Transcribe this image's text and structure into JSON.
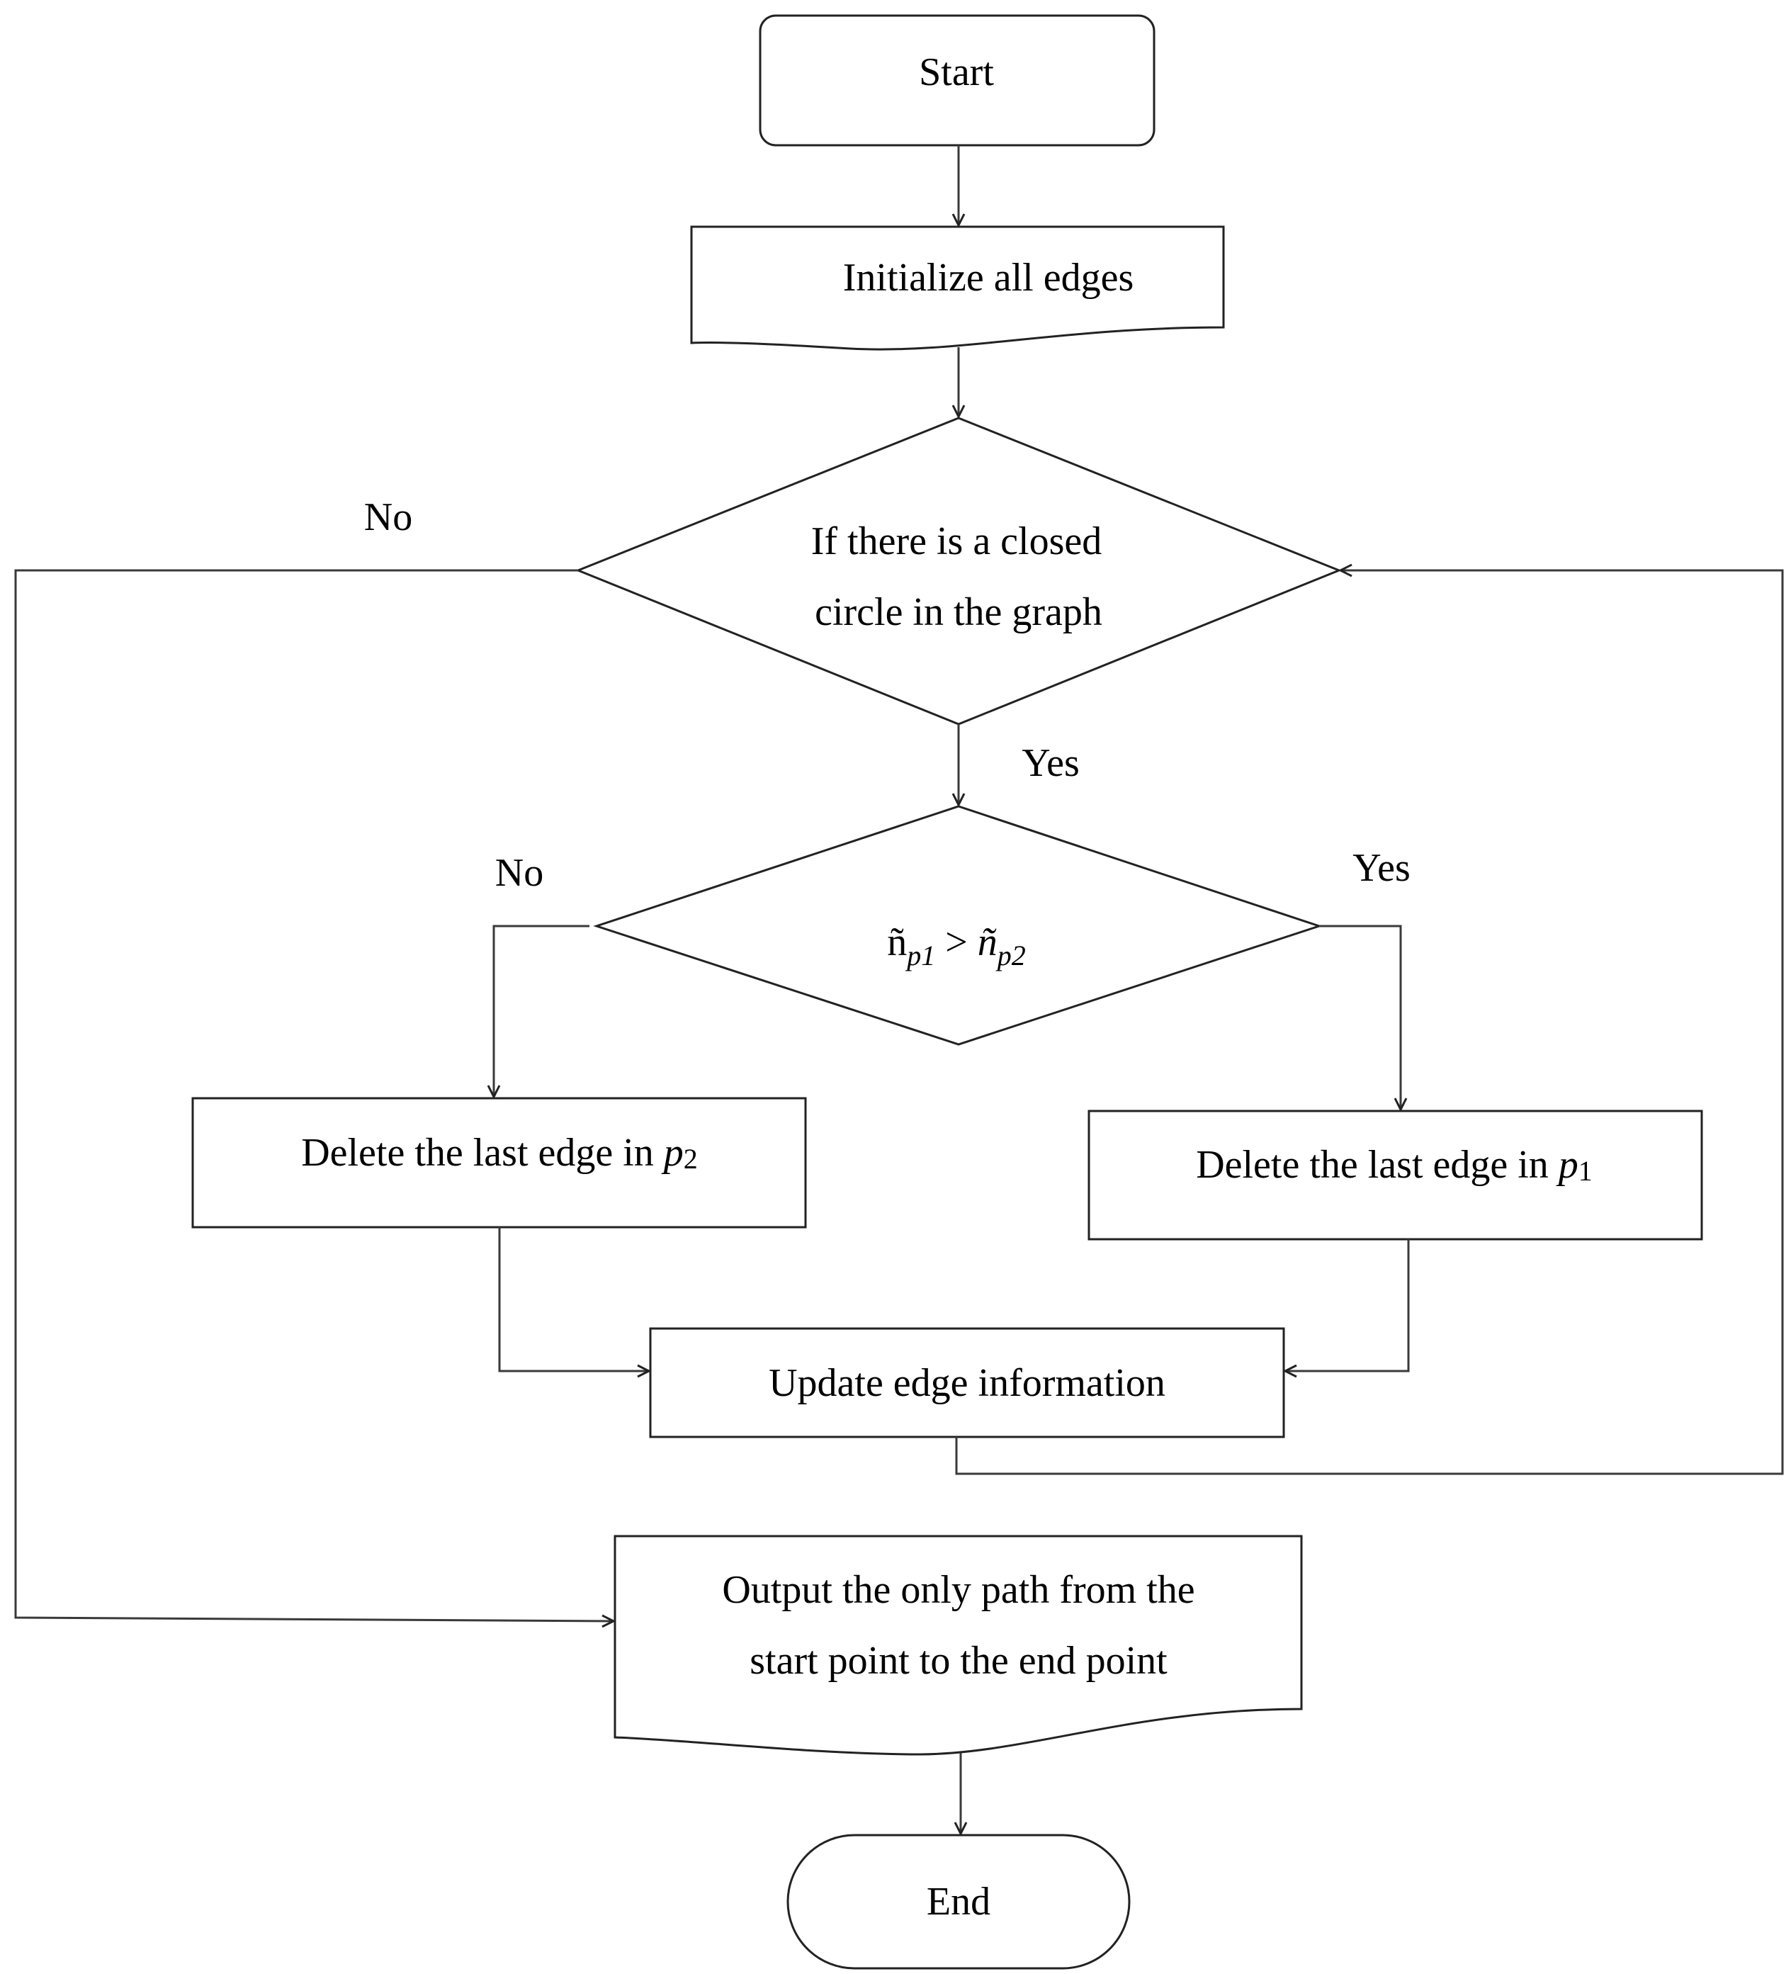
{
  "nodes": {
    "start": "Start",
    "init": "Initialize all edges",
    "decision1": [
      "If there is a closed",
      "circle in the graph"
    ],
    "decision2": {
      "lhs": "ñ",
      "lhs_sub": "p1",
      "op": " > ",
      "rhs": "ñ",
      "rhs_sub": "p2"
    },
    "delete_p2": {
      "text": "Delete the last edge in ",
      "var": "p",
      "sub": "2"
    },
    "delete_p1": {
      "text": "Delete the last edge in ",
      "var": "p",
      "sub": "1"
    },
    "update": "Update edge information",
    "output": [
      "Output the only path from the",
      "start point to the end point"
    ],
    "end": "End"
  },
  "edge_labels": {
    "d1_no": "No",
    "d1_yes": "Yes",
    "d2_no": "No",
    "d2_yes": "Yes"
  },
  "colors": {
    "stroke": "#222222",
    "fill": "#ffffff"
  }
}
